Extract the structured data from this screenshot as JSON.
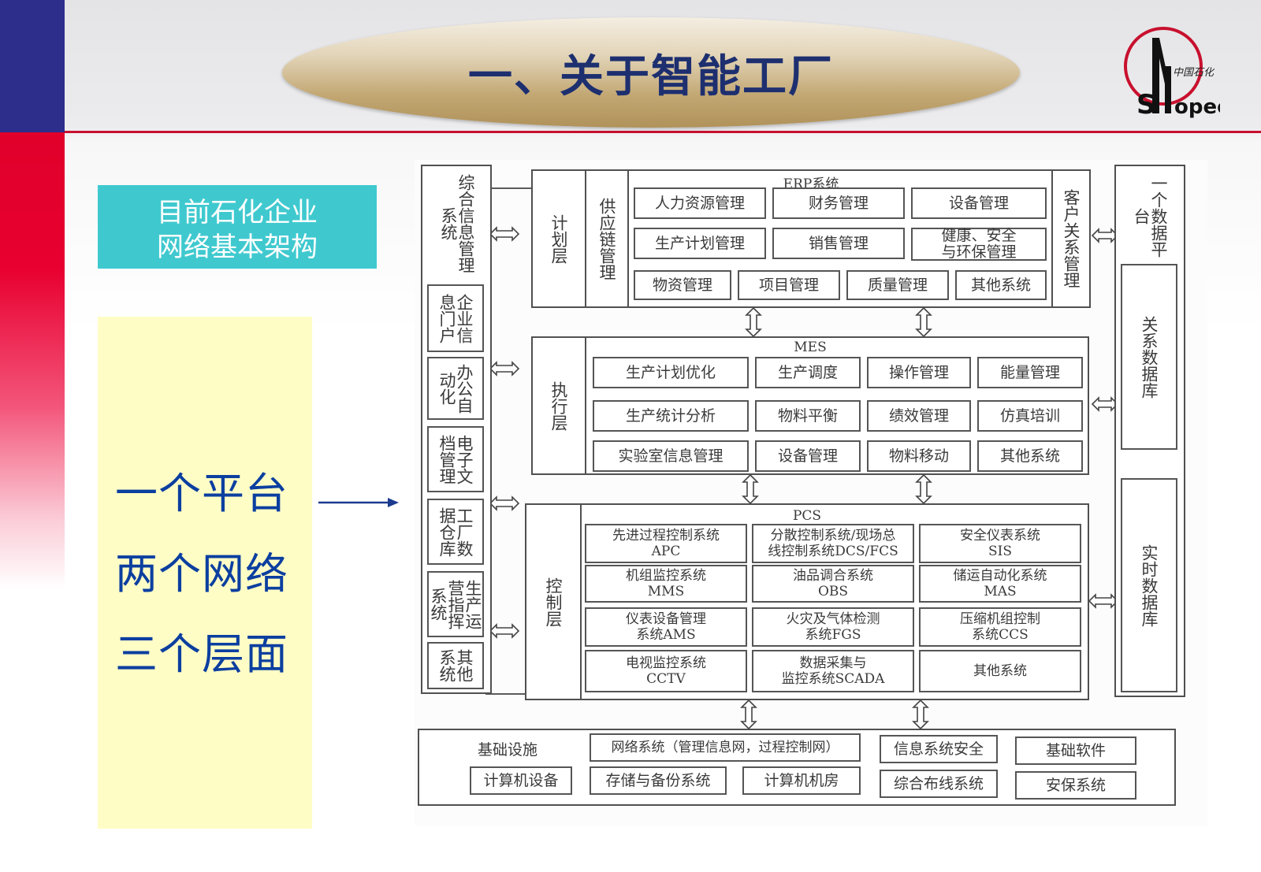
{
  "slide": {
    "title": "一、关于智能工厂",
    "logo_text": "中国石化",
    "logo_word": "SINOPEC",
    "caption_line1": "目前石化企业",
    "caption_line2": "网络基本架构",
    "summary": [
      "一个平台",
      "两个网络",
      "三个层面"
    ]
  },
  "diagram": {
    "left_column": {
      "title": "综合信息管理系统",
      "items": [
        "企业信息门户",
        "办公自动化",
        "电子文档管理",
        "工厂数据仓库",
        "生产运营指挥系统",
        "其他系统"
      ]
    },
    "erp": {
      "header": "ERP系统",
      "layer": "计划层",
      "supply_chain": "供应链管理",
      "customer": "客户关系管理",
      "row1": [
        "人力资源管理",
        "财务管理",
        "设备管理"
      ],
      "row2": [
        "生产计划管理",
        "销售管理",
        "健康、安全\n与环保管理"
      ],
      "row3": [
        "物资管理",
        "项目管理",
        "质量管理",
        "其他系统"
      ]
    },
    "mes": {
      "header": "MES",
      "layer": "执行层",
      "rows": [
        [
          "生产计划优化",
          "生产调度",
          "操作管理",
          "能量管理"
        ],
        [
          "生产统计分析",
          "物料平衡",
          "绩效管理",
          "仿真培训"
        ],
        [
          "实验室信息管理",
          "设备管理",
          "物料移动",
          "其他系统"
        ]
      ]
    },
    "pcs": {
      "header": "PCS",
      "layer": "控制层",
      "rows": [
        [
          "先进过程控制系统\nAPC",
          "分散控制系统/现场总\n线控制系统DCS/FCS",
          "安全仪表系统\nSIS"
        ],
        [
          "机组监控系统\nMMS",
          "油品调合系统\nOBS",
          "储运自动化系统\nMAS"
        ],
        [
          "仪表设备管理\n系统AMS",
          "火灾及气体检测\n系统FGS",
          "压缩机组控制\n系统CCS"
        ],
        [
          "电视监控系统\nCCTV",
          "数据采集与\n监控系统SCADA",
          "其他系统"
        ]
      ]
    },
    "right_column": {
      "title": "一个数据平台",
      "items": [
        "关系数据库",
        "实时数据库"
      ]
    },
    "infra": {
      "title": "基础设施",
      "row1": [
        "网络系统（管理信息网，过程控制网）",
        "信息系统安全",
        "基础软件"
      ],
      "row2": [
        "计算机设备",
        "存储与备份系统",
        "计算机机房",
        "综合布线系统",
        "安保系统"
      ]
    }
  }
}
